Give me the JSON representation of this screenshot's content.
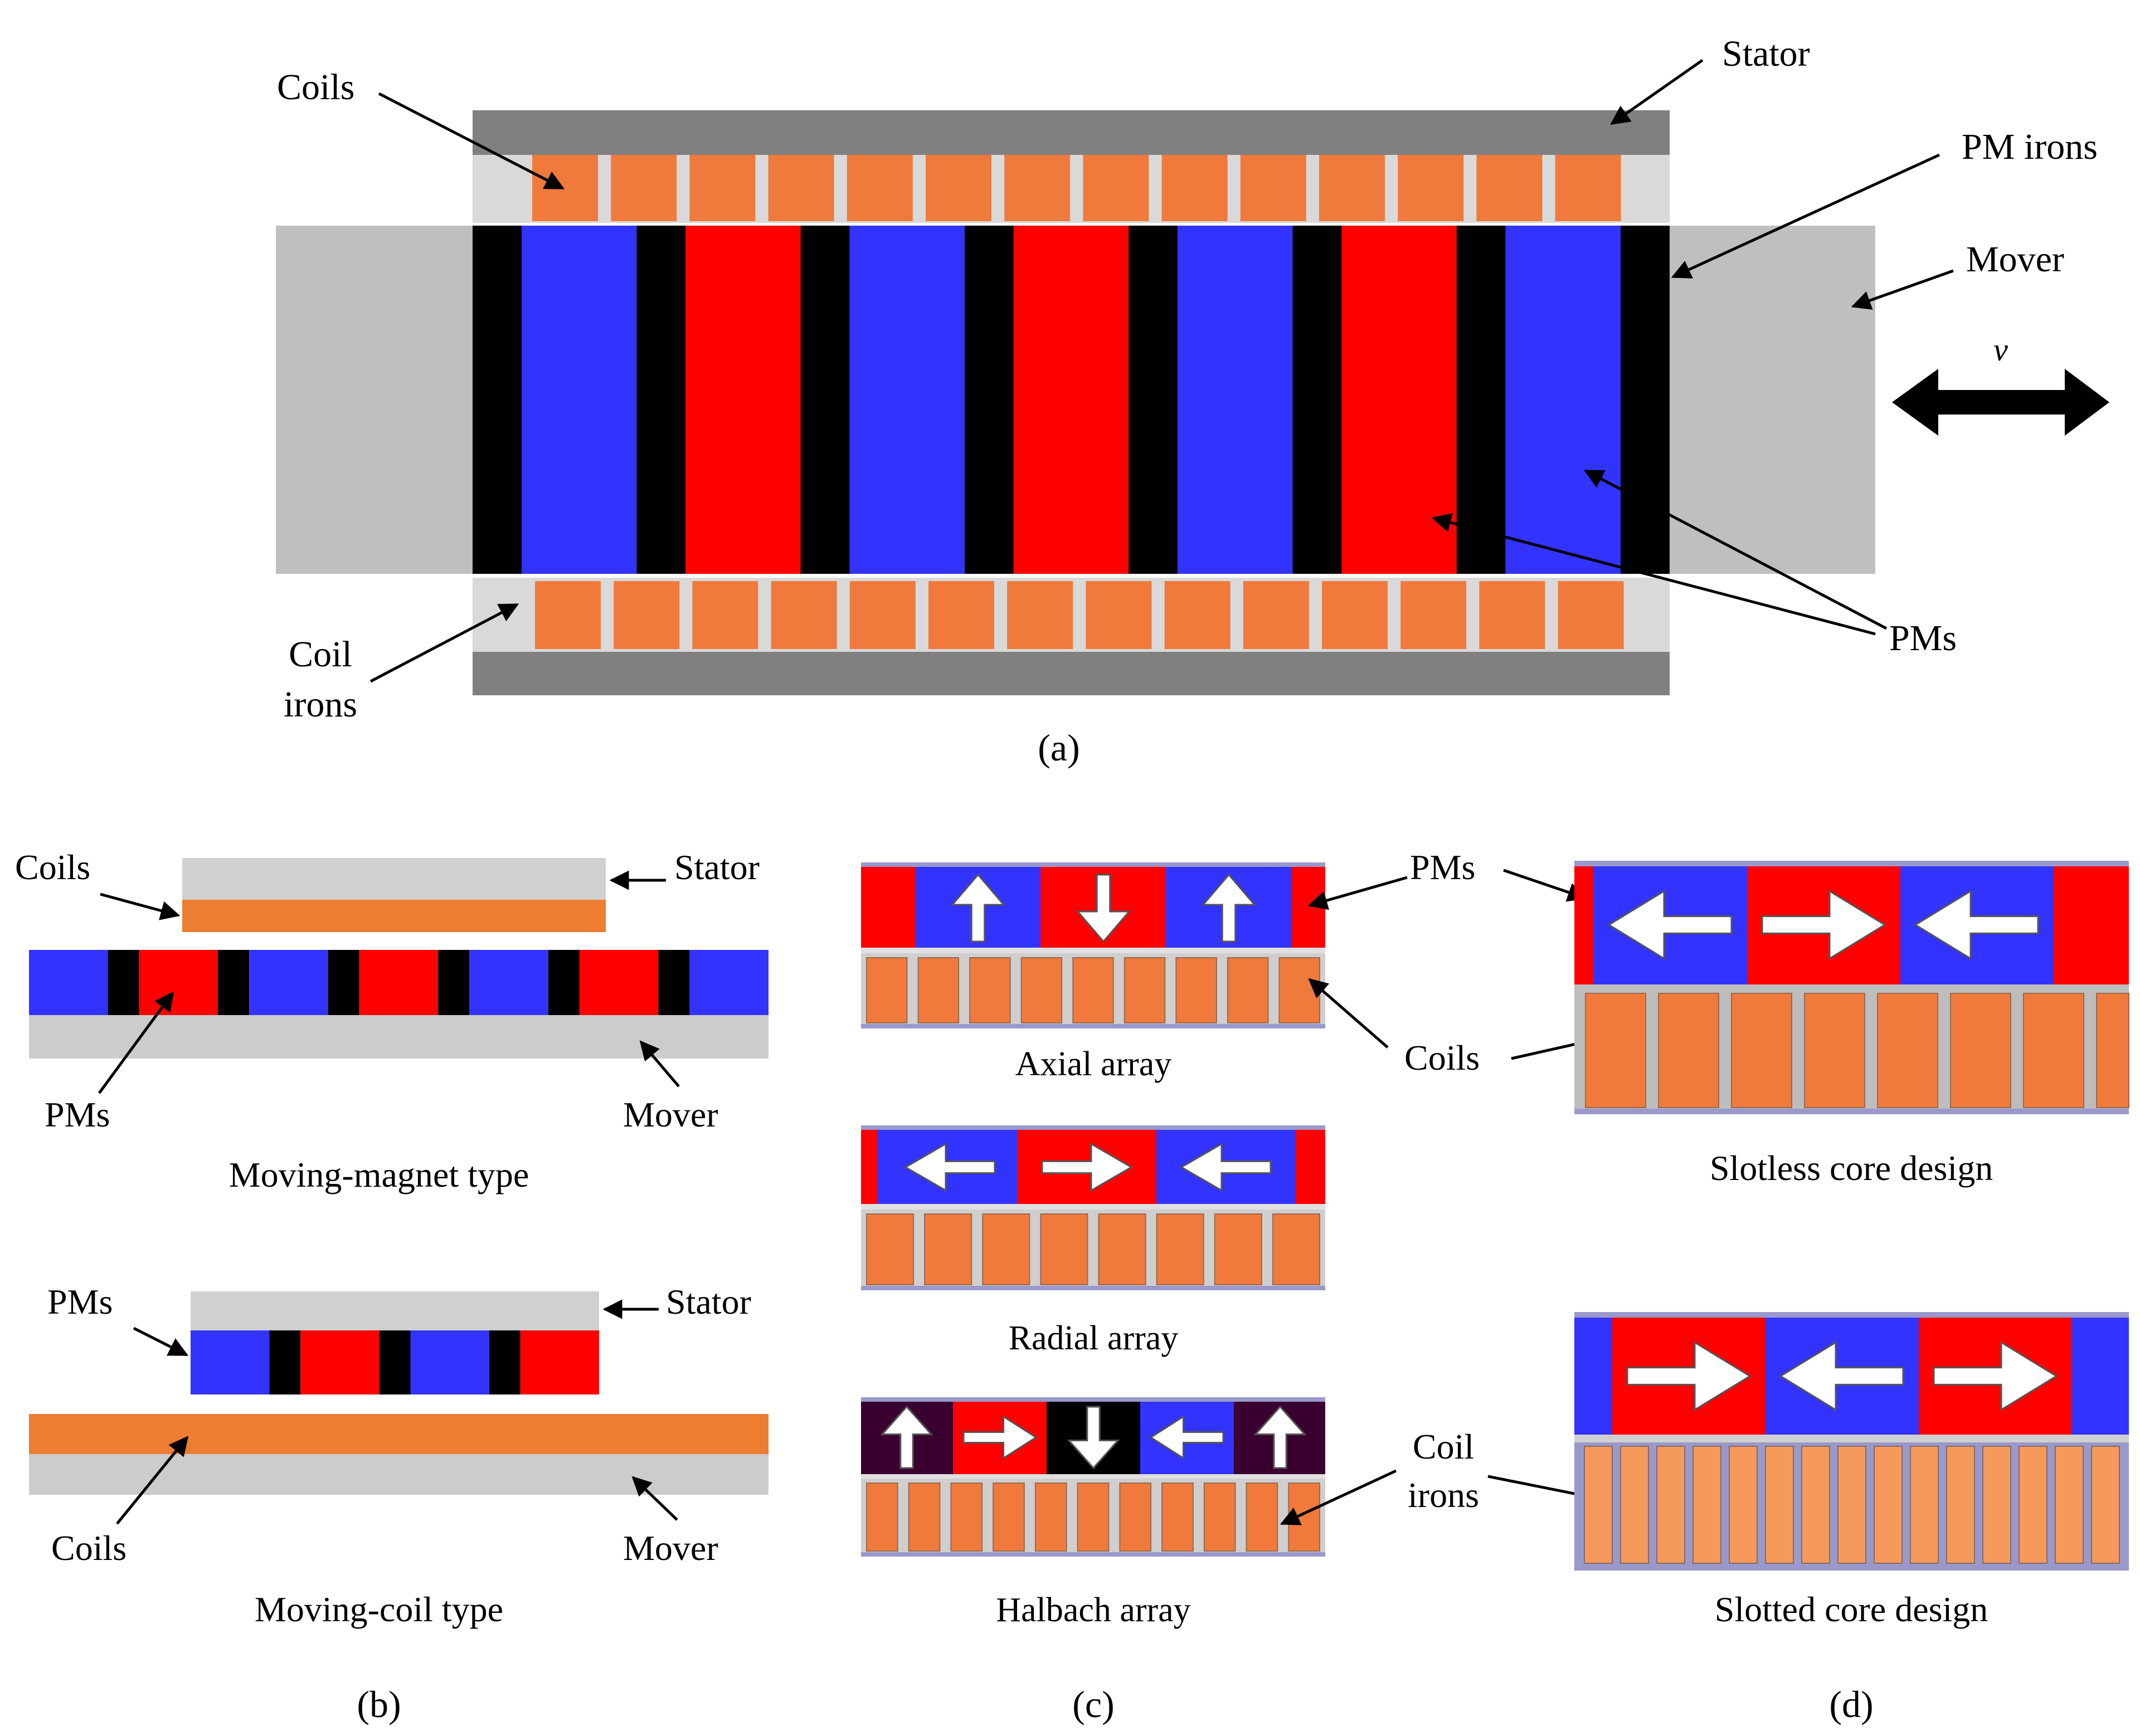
{
  "panel_a": {
    "labels": {
      "stator": "Stator",
      "coils": "Coils",
      "pm_irons": "PM irons",
      "mover": "Mover",
      "coil_irons_1": "Coil",
      "coil_irons_2": "irons",
      "pms": "PMs",
      "velocity": "v"
    },
    "caption": "(a)"
  },
  "panel_b": {
    "moving_magnet": {
      "coils": "Coils",
      "stator": "Stator",
      "pms": "PMs",
      "mover": "Mover",
      "title": "Moving-magnet type"
    },
    "moving_coil": {
      "pms": "PMs",
      "stator": "Stator",
      "coils": "Coils",
      "mover": "Mover",
      "title": "Moving-coil type"
    },
    "caption": "(b)"
  },
  "panel_c": {
    "axial": "Axial array",
    "radial": "Radial array",
    "halbach": "Halbach array",
    "pms": "PMs",
    "coils": "Coils",
    "coil_irons_1": "Coil",
    "coil_irons_2": "irons",
    "caption": "(c)"
  },
  "panel_d": {
    "slotless": "Slotless core design",
    "slotted": "Slotted core design",
    "caption": "(d)"
  },
  "colors": {
    "blue": "#3333ff",
    "red": "#ff0000",
    "black": "#000000",
    "coil_orange": "#f07a3c",
    "stator_dark": "#808080",
    "mover_gray": "#bfbfbf",
    "light_gray": "#d9d9d9",
    "iron_lavender": "#9999cc"
  }
}
